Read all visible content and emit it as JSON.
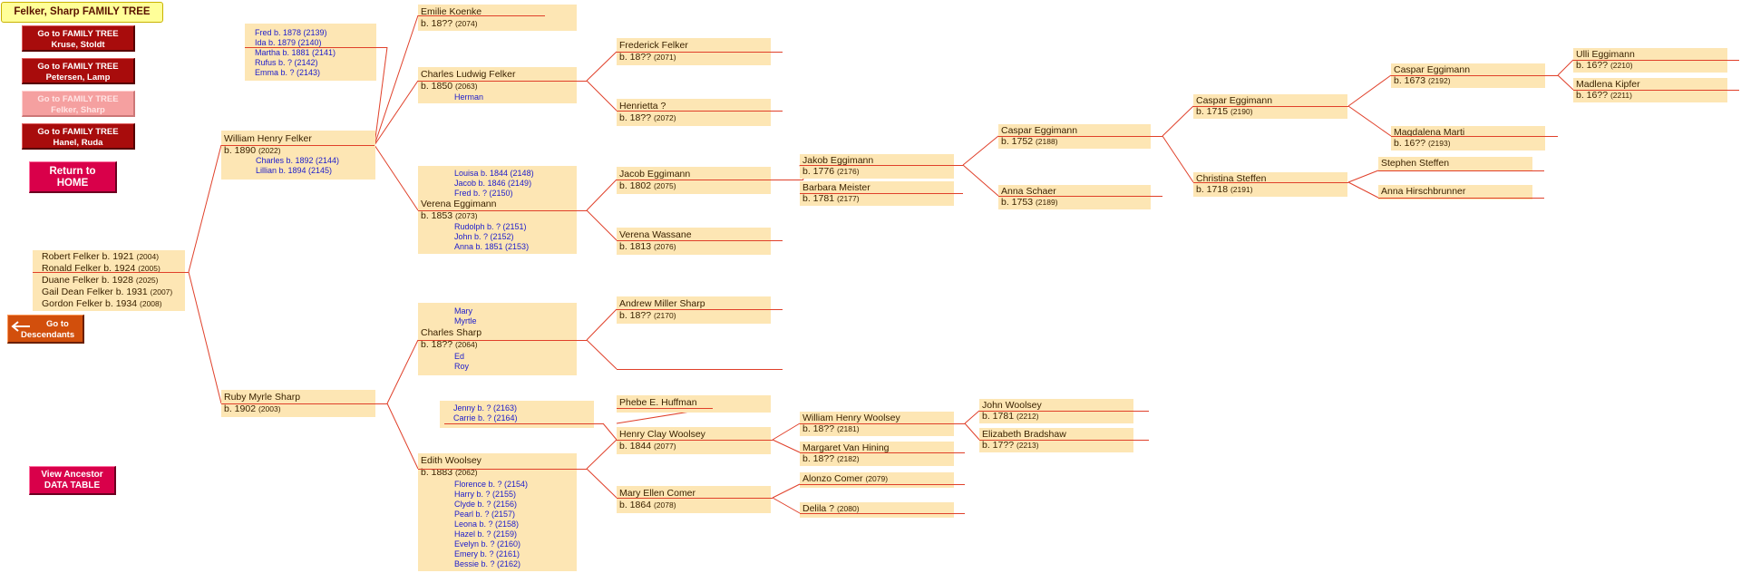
{
  "title": "Felker, Sharp FAMILY TREE",
  "nav": {
    "tree1": {
      "line1": "Go to FAMILY TREE",
      "line2": "Kruse, Stoldt"
    },
    "tree2": {
      "line1": "Go to FAMILY TREE",
      "line2": "Petersen, Lamp"
    },
    "tree3": {
      "line1": "Go to FAMILY TREE",
      "line2": "Felker, Sharp"
    },
    "tree4": {
      "line1": "Go to FAMILY TREE",
      "line2": "Hanel, Ruda"
    },
    "home": {
      "line1": "Return to",
      "line2": "HOME"
    },
    "descendants": {
      "line1": "Go to",
      "line2": "Descendants"
    },
    "datatable": {
      "line1": "View Ancestor",
      "line2": "DATA TABLE"
    }
  },
  "children": [
    {
      "name": "Robert Felker",
      "birth": "b. 1921",
      "id": "(2004)"
    },
    {
      "name": "Ronald Felker",
      "birth": "b. 1924",
      "id": "(2005)"
    },
    {
      "name": "Duane Felker",
      "birth": "b. 1928",
      "id": "(2025)"
    },
    {
      "name": "Gail Dean Felker",
      "birth": "b. 1931",
      "id": "(2007)"
    },
    {
      "name": "Gordon Felker",
      "birth": "b. 1934",
      "id": "(2008)"
    }
  ],
  "persons": {
    "william": {
      "name": "William Henry Felker",
      "birth": "b. 1890",
      "id": "(2022)"
    },
    "ruby": {
      "name": "Ruby Myrle Sharp",
      "birth": "b. 1902",
      "id": "(2003)"
    },
    "emilie": {
      "name": "Emilie Koenke",
      "birth": "b. 18??",
      "id": "(2074)"
    },
    "charles_ludwig": {
      "name": "Charles Ludwig Felker",
      "birth": "b. 1850",
      "id": "(2063)"
    },
    "verena_e": {
      "name": "Verena Eggimann",
      "birth": "b. 1853",
      "id": "(2073)"
    },
    "charles_sharp": {
      "name": "Charles Sharp",
      "birth": "b. 18??",
      "id": "(2064)"
    },
    "edith": {
      "name": "Edith Woolsey",
      "birth": "b. 1883",
      "id": "(2062)"
    },
    "frederick": {
      "name": "Frederick Felker",
      "birth": "b. 18??",
      "id": "(2071)"
    },
    "henrietta": {
      "name": "Henrietta ?",
      "birth": "b. 18??",
      "id": "(2072)"
    },
    "jakob_e_1802": {
      "name": "Jacob Eggimann",
      "birth": "b. 1802",
      "id": "(2075)"
    },
    "verena_w": {
      "name": "Verena Wassane",
      "birth": "b. 1813",
      "id": "(2076)"
    },
    "andrew": {
      "name": "Andrew Miller Sharp",
      "birth": "b. 18??",
      "id": "(2170)"
    },
    "phebe": {
      "name": "Phebe E. Huffman"
    },
    "henry_clay": {
      "name": "Henry Clay Woolsey",
      "birth": "b. 1844",
      "id": "(2077)"
    },
    "mary_ellen": {
      "name": "Mary Ellen Comer",
      "birth": "b. 1864",
      "id": "(2078)"
    },
    "jakob_1776": {
      "name": "Jakob Eggimann",
      "birth": "b. 1776",
      "id": "(2176)"
    },
    "barbara": {
      "name": "Barbara Meister",
      "birth": "b. 1781",
      "id": "(2177)"
    },
    "whw": {
      "name": "William Henry Woolsey",
      "birth": "b. 18??",
      "id": "(2181)"
    },
    "margaret": {
      "name": "Margaret Van Hining",
      "birth": "b. 18??",
      "id": "(2182)"
    },
    "alonzo": {
      "name": "Alonzo Comer",
      "id": "(2079)"
    },
    "delila": {
      "name": "Delila ?",
      "id": "(2080)"
    },
    "caspar_1752": {
      "name": "Caspar Eggimann",
      "birth": "b. 1752",
      "id": "(2188)"
    },
    "anna_schaer": {
      "name": "Anna Schaer",
      "birth": "b. 1753",
      "id": "(2189)"
    },
    "john_woolsey": {
      "name": "John Woolsey",
      "birth": "b. 1781",
      "id": "(2212)"
    },
    "elizabeth": {
      "name": "Elizabeth Bradshaw",
      "birth": "b. 17??",
      "id": "(2213)"
    },
    "caspar_1715": {
      "name": "Caspar Eggimann",
      "birth": "b. 1715",
      "id": "(2190)"
    },
    "christina": {
      "name": "Christina Steffen",
      "birth": "b. 1718",
      "id": "(2191)"
    },
    "caspar_1673": {
      "name": "Caspar Eggimann",
      "birth": "b. 1673",
      "id": "(2192)"
    },
    "magdalena_m": {
      "name": "Magdalena Marti",
      "birth": "b. 16??",
      "id": "(2193)"
    },
    "stephen": {
      "name": "Stephen Steffen"
    },
    "anna_h": {
      "name": "Anna Hirschbrunner"
    },
    "ulli": {
      "name": "Ulli Eggimann",
      "birth": "b. 16??",
      "id": "(2210)"
    },
    "madlena_k": {
      "name": "Madlena Kipfer",
      "birth": "b. 16??",
      "id": "(2211)"
    }
  },
  "siblings": {
    "william": [
      "Fred  b. 1878 (2139)",
      "Ida  b. 1879 (2140)",
      "Martha  b. 1881 (2141)",
      "Rufus  b. ? (2142)",
      "Emma  b. ? (2143)"
    ],
    "william_kids": [
      "Charles  b. 1892 (2144)",
      "Lillian  b. 1894 (2145)"
    ],
    "charles_ludwig": [
      "Herman"
    ],
    "verena_top": [
      "Louisa  b. 1844 (2148)",
      "Jacob  b. 1846 (2149)",
      "Fred  b. ? (2150)"
    ],
    "verena_bottom": [
      "Rudolph  b. ? (2151)",
      "John  b. ? (2152)",
      "Anna  b. 1851 (2153)"
    ],
    "sharp_top": [
      "Mary",
      "Myrtle"
    ],
    "sharp_bottom": [
      "Ed",
      "Roy"
    ],
    "edith_top": [
      "Jenny  b. ? (2163)",
      "Carrie  b. ? (2164)"
    ],
    "edith_bottom": [
      "Florence  b. ? (2154)",
      "Harry  b. ? (2155)",
      "Clyde  b. ? (2156)",
      "Pearl  b. ? (2157)",
      "Leona  b. ? (2158)",
      "Hazel  b. ? (2159)",
      "Evelyn  b. ? (2160)",
      "Emery  b. ? (2161)",
      "Bessie  b. ? (2162)"
    ]
  },
  "colors": {
    "box": "#fde6b4",
    "line": "#e0402a",
    "sibling_text": "#1c1ccc",
    "nav_button": "#a80c0c",
    "home_button": "#d9004a",
    "desc_button": "#d24f0c",
    "title_bg": "#ffff99"
  }
}
